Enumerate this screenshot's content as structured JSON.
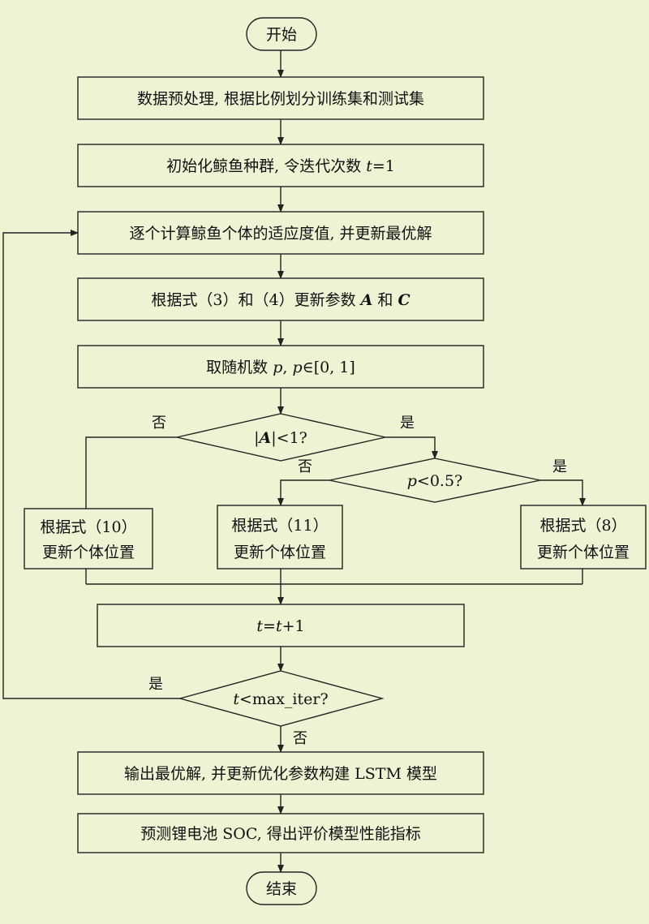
{
  "start": "开始",
  "end": "结束",
  "steps": {
    "preprocess": "数据预处理, 根据比例划分训练集和测试集",
    "init_a": "初始化鲸鱼种群, 令迭代次数 ",
    "init_t": "t",
    "init_b": "=1",
    "fitness": "逐个计算鲸鱼个体的适应度值, 并更新最优解",
    "update_a": "根据式（3）和（4）更新参数 ",
    "update_A": "A",
    "update_and": " 和 ",
    "update_C": "C",
    "rand_a": "取随机数 ",
    "rand_p1": "p",
    "rand_comma": ", ",
    "rand_p2": "p",
    "rand_b": "∈[0, 1]",
    "inc_t1": "t",
    "inc_eq": "=",
    "inc_t2": "t",
    "inc_b": "+1",
    "output": "输出最优解, 并更新优化参数构建 LSTM 模型",
    "predict": "预测锂电池 SOC, 得出评价模型性能指标"
  },
  "decisions": {
    "absA_bar1": "|",
    "absA_A": "A",
    "absA_rest": "|<1?",
    "p_var": "p",
    "p_rest": "<0.5?",
    "iter_t": "t",
    "iter_rest": "<max_iter?"
  },
  "branches": {
    "eq10_l1": "根据式（10）",
    "eq10_l2": "更新个体位置",
    "eq11_l1": "根据式（11）",
    "eq11_l2": "更新个体位置",
    "eq8_l1": "根据式（8）",
    "eq8_l2": "更新个体位置"
  },
  "labels": {
    "no_absA": "否",
    "yes_absA": "是",
    "no_p": "否",
    "yes_p": "是",
    "yes_iter": "是",
    "no_iter": "否"
  }
}
